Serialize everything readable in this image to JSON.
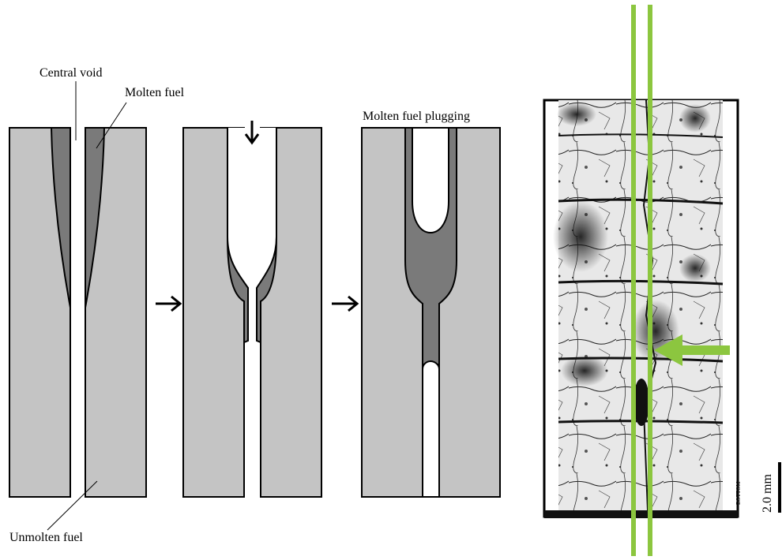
{
  "labels": {
    "central_void": "Central void",
    "molten_fuel": "Molten fuel",
    "molten_fuel_plugging": "Molten fuel plugging",
    "unmolten_fuel": "Unmolten fuel",
    "bottom": "BOTTOM",
    "scale_bar": "2.0 mm"
  },
  "colors": {
    "unmolten_fuel": "#c4c4c4",
    "molten_fuel": "#7a7a7a",
    "outline": "#000000",
    "highlight": "#8cc63f",
    "background": "#ffffff"
  },
  "icons": {
    "arrow_down": "arrow-down-icon",
    "arrow_right_1": "arrow-right-icon",
    "arrow_right_2": "arrow-right-icon",
    "highlight_arrow": "green-arrow-left-icon"
  }
}
